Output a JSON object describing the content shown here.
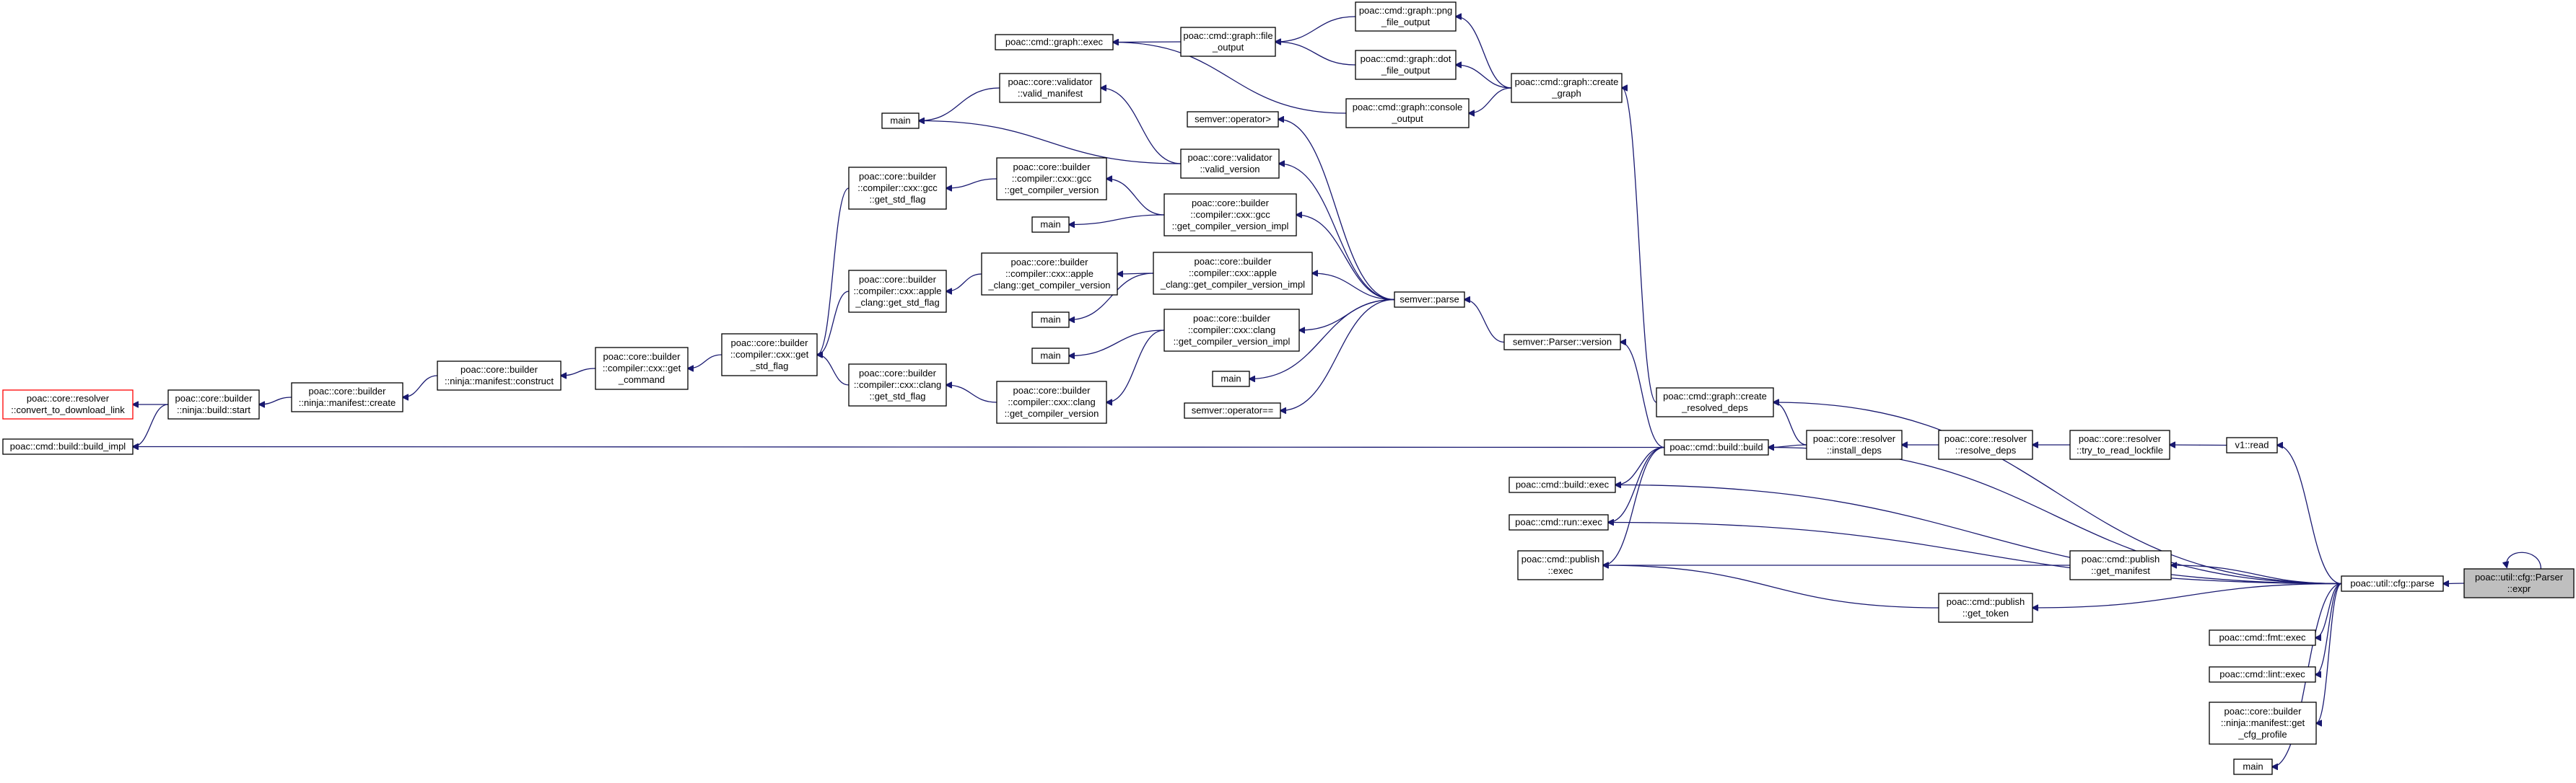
{
  "diagram": {
    "root": "poac::util::cfg::Parser::expr",
    "nodes": [
      {
        "id": "root",
        "lines": [
          "poac::util::cfg::Parser",
          "::expr"
        ],
        "style": "root"
      },
      {
        "id": "cfgparse",
        "lines": [
          "poac::util::cfg::parse"
        ]
      },
      {
        "id": "v1read",
        "lines": [
          "v1::read"
        ]
      },
      {
        "id": "tryread",
        "lines": [
          "poac::core::resolver",
          "::try_to_read_lockfile"
        ]
      },
      {
        "id": "resolvedeps",
        "lines": [
          "poac::core::resolver",
          "::resolve_deps"
        ]
      },
      {
        "id": "installdeps",
        "lines": [
          "poac::core::resolver",
          "::install_deps"
        ]
      },
      {
        "id": "cmdbuild",
        "lines": [
          "poac::cmd::build::build"
        ]
      },
      {
        "id": "buildexec",
        "lines": [
          "poac::cmd::build::exec"
        ]
      },
      {
        "id": "runexec",
        "lines": [
          "poac::cmd::run::exec"
        ]
      },
      {
        "id": "pubexec",
        "lines": [
          "poac::cmd::publish",
          "::exec"
        ]
      },
      {
        "id": "getmanifest",
        "lines": [
          "poac::cmd::publish",
          "::get_manifest"
        ]
      },
      {
        "id": "gettoken",
        "lines": [
          "poac::cmd::publish",
          "::get_token"
        ]
      },
      {
        "id": "fmtexec",
        "lines": [
          "poac::cmd::fmt::exec"
        ]
      },
      {
        "id": "lintexec",
        "lines": [
          "poac::cmd::lint::exec"
        ]
      },
      {
        "id": "getcfgprofile",
        "lines": [
          "poac::core::builder",
          "::ninja::manifest::get",
          "_cfg_profile"
        ]
      },
      {
        "id": "main_r",
        "lines": [
          "main"
        ]
      },
      {
        "id": "createresolved",
        "lines": [
          "poac::cmd::graph::create",
          "_resolved_deps"
        ]
      },
      {
        "id": "creategraph",
        "lines": [
          "poac::cmd::graph::create",
          "_graph"
        ]
      },
      {
        "id": "pngout",
        "lines": [
          "poac::cmd::graph::png",
          "_file_output"
        ]
      },
      {
        "id": "dotout",
        "lines": [
          "poac::cmd::graph::dot",
          "_file_output"
        ]
      },
      {
        "id": "consoleout",
        "lines": [
          "poac::cmd::graph::console",
          "_output"
        ]
      },
      {
        "id": "fileout",
        "lines": [
          "poac::cmd::graph::file",
          "_output"
        ]
      },
      {
        "id": "graphexec",
        "lines": [
          "poac::cmd::graph::exec"
        ]
      },
      {
        "id": "buildimpl",
        "lines": [
          "poac::cmd::build::build_impl"
        ]
      },
      {
        "id": "ninjastart",
        "lines": [
          "poac::core::builder",
          "::ninja::build::start"
        ]
      },
      {
        "id": "convertlink",
        "lines": [
          "poac::core::resolver",
          "::convert_to_download_link"
        ],
        "style": "red"
      },
      {
        "id": "semverparser",
        "lines": [
          "semver::Parser::version"
        ]
      },
      {
        "id": "semverparse",
        "lines": [
          "semver::parse"
        ]
      },
      {
        "id": "semvergt",
        "lines": [
          "semver::operator>"
        ]
      },
      {
        "id": "semvereq",
        "lines": [
          "semver::operator=="
        ]
      },
      {
        "id": "validversion",
        "lines": [
          "poac::core::validator",
          "::valid_version"
        ]
      },
      {
        "id": "validmanifest",
        "lines": [
          "poac::core::validator",
          "::valid_manifest"
        ]
      },
      {
        "id": "main_vm",
        "lines": [
          "main"
        ]
      },
      {
        "id": "gccimpl",
        "lines": [
          "poac::core::builder",
          "::compiler::cxx::gcc",
          "::get_compiler_version_impl"
        ]
      },
      {
        "id": "appleimpl",
        "lines": [
          "poac::core::builder",
          "::compiler::cxx::apple",
          "_clang::get_compiler_version_impl"
        ]
      },
      {
        "id": "clangimpl",
        "lines": [
          "poac::core::builder",
          "::compiler::cxx::clang",
          "::get_compiler_version_impl"
        ]
      },
      {
        "id": "main_g",
        "lines": [
          "main"
        ]
      },
      {
        "id": "main_a",
        "lines": [
          "main"
        ]
      },
      {
        "id": "main_c",
        "lines": [
          "main"
        ]
      },
      {
        "id": "main_s",
        "lines": [
          "main"
        ]
      },
      {
        "id": "gccver",
        "lines": [
          "poac::core::builder",
          "::compiler::cxx::gcc",
          "::get_compiler_version"
        ]
      },
      {
        "id": "applever",
        "lines": [
          "poac::core::builder",
          "::compiler::cxx::apple",
          "_clang::get_compiler_version"
        ]
      },
      {
        "id": "clangver",
        "lines": [
          "poac::core::builder",
          "::compiler::cxx::clang",
          "::get_compiler_version"
        ]
      },
      {
        "id": "gccflag",
        "lines": [
          "poac::core::builder",
          "::compiler::cxx::gcc",
          "::get_std_flag"
        ]
      },
      {
        "id": "appleflag",
        "lines": [
          "poac::core::builder",
          "::compiler::cxx::apple",
          "_clang::get_std_flag"
        ]
      },
      {
        "id": "clangflag",
        "lines": [
          "poac::core::builder",
          "::compiler::cxx::clang",
          "::get_std_flag"
        ]
      },
      {
        "id": "stdflag",
        "lines": [
          "poac::core::builder",
          "::compiler::cxx::get",
          "_std_flag"
        ]
      },
      {
        "id": "getcommand",
        "lines": [
          "poac::core::builder",
          "::compiler::cxx::get",
          "_command"
        ]
      },
      {
        "id": "construct",
        "lines": [
          "poac::core::builder",
          "::ninja::manifest::construct"
        ]
      },
      {
        "id": "mcreate",
        "lines": [
          "poac::core::builder",
          "::ninja::manifest::create"
        ]
      }
    ],
    "edges": [
      [
        "root",
        "root"
      ],
      [
        "cfgparse",
        "root"
      ],
      [
        "v1read",
        "cfgparse"
      ],
      [
        "createresolved",
        "cfgparse"
      ],
      [
        "cmdbuild",
        "cfgparse"
      ],
      [
        "buildexec",
        "cfgparse"
      ],
      [
        "runexec",
        "cfgparse"
      ],
      [
        "getmanifest",
        "cfgparse"
      ],
      [
        "gettoken",
        "cfgparse"
      ],
      [
        "fmtexec",
        "cfgparse"
      ],
      [
        "lintexec",
        "cfgparse"
      ],
      [
        "getcfgprofile",
        "cfgparse"
      ],
      [
        "main_r",
        "cfgparse"
      ],
      [
        "tryread",
        "v1read"
      ],
      [
        "resolvedeps",
        "tryread"
      ],
      [
        "installdeps",
        "resolvedeps"
      ],
      [
        "createresolved",
        "installdeps"
      ],
      [
        "cmdbuild",
        "installdeps"
      ],
      [
        "creategraph",
        "createresolved"
      ],
      [
        "pngout",
        "creategraph"
      ],
      [
        "dotout",
        "creategraph"
      ],
      [
        "consoleout",
        "creategraph"
      ],
      [
        "fileout",
        "pngout"
      ],
      [
        "fileout",
        "dotout"
      ],
      [
        "graphexec",
        "fileout"
      ],
      [
        "graphexec",
        "consoleout"
      ],
      [
        "buildexec",
        "cmdbuild"
      ],
      [
        "runexec",
        "cmdbuild"
      ],
      [
        "pubexec",
        "cmdbuild"
      ],
      [
        "pubexec",
        "getmanifest"
      ],
      [
        "pubexec",
        "gettoken"
      ],
      [
        "buildimpl",
        "cmdbuild"
      ],
      [
        "semverparser",
        "cmdbuild"
      ],
      [
        "semverparse",
        "semverparser"
      ],
      [
        "semvergt",
        "semverparse"
      ],
      [
        "validversion",
        "semverparse"
      ],
      [
        "gccimpl",
        "semverparse"
      ],
      [
        "appleimpl",
        "semverparse"
      ],
      [
        "clangimpl",
        "semverparse"
      ],
      [
        "main_s",
        "semverparse"
      ],
      [
        "semvereq",
        "semverparse"
      ],
      [
        "validmanifest",
        "validversion"
      ],
      [
        "main_vm",
        "validversion"
      ],
      [
        "main_vm",
        "validmanifest"
      ],
      [
        "gccver",
        "gccimpl"
      ],
      [
        "main_g",
        "gccimpl"
      ],
      [
        "applever",
        "appleimpl"
      ],
      [
        "main_a",
        "appleimpl"
      ],
      [
        "clangver",
        "clangimpl"
      ],
      [
        "main_c",
        "clangimpl"
      ],
      [
        "gccflag",
        "gccver"
      ],
      [
        "appleflag",
        "applever"
      ],
      [
        "clangflag",
        "clangver"
      ],
      [
        "stdflag",
        "gccflag"
      ],
      [
        "stdflag",
        "appleflag"
      ],
      [
        "stdflag",
        "clangflag"
      ],
      [
        "getcommand",
        "stdflag"
      ],
      [
        "construct",
        "getcommand"
      ],
      [
        "mcreate",
        "construct"
      ],
      [
        "ninjastart",
        "mcreate"
      ],
      [
        "buildimpl",
        "ninjastart"
      ],
      [
        "convertlink",
        "ninjastart"
      ]
    ]
  }
}
